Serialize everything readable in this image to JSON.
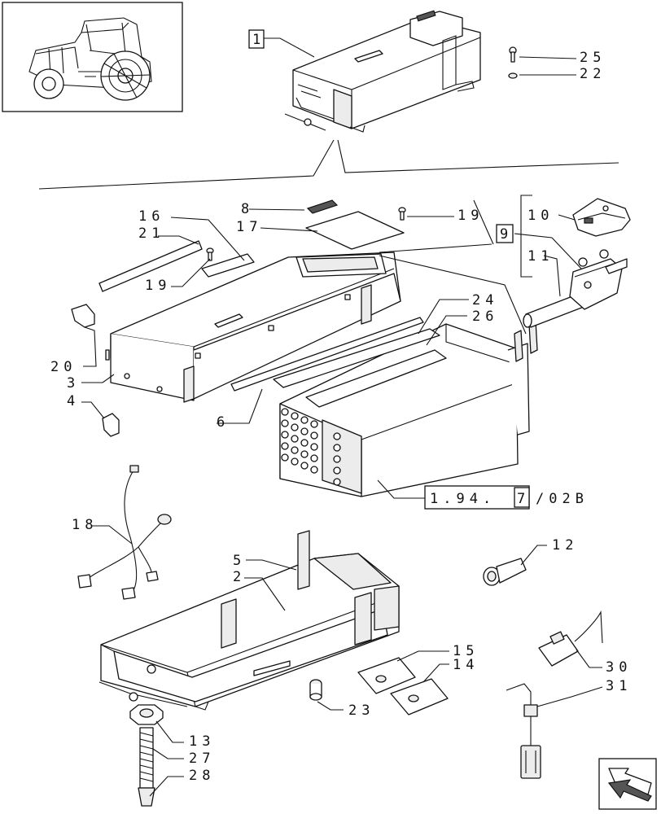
{
  "callouts": {
    "c1": "1",
    "c2": "2",
    "c3": "3",
    "c4": "4",
    "c5": "5",
    "c6": "6",
    "c8": "8",
    "c9": "9",
    "c10": "10",
    "c11": "11",
    "c12": "12",
    "c13": "13",
    "c14": "14",
    "c15": "15",
    "c16": "16",
    "c17": "17",
    "c18": "18",
    "c19a": "19",
    "c19b": "19",
    "c20": "20",
    "c21": "21",
    "c22": "22",
    "c23": "23",
    "c24": "24",
    "c25": "25",
    "c26": "26",
    "c27": "27",
    "c28": "28",
    "c30": "30",
    "c31": "31"
  },
  "reference": {
    "text_prefix": "1.94.",
    "boxed_digit": "7",
    "text_suffix": "/02B"
  }
}
